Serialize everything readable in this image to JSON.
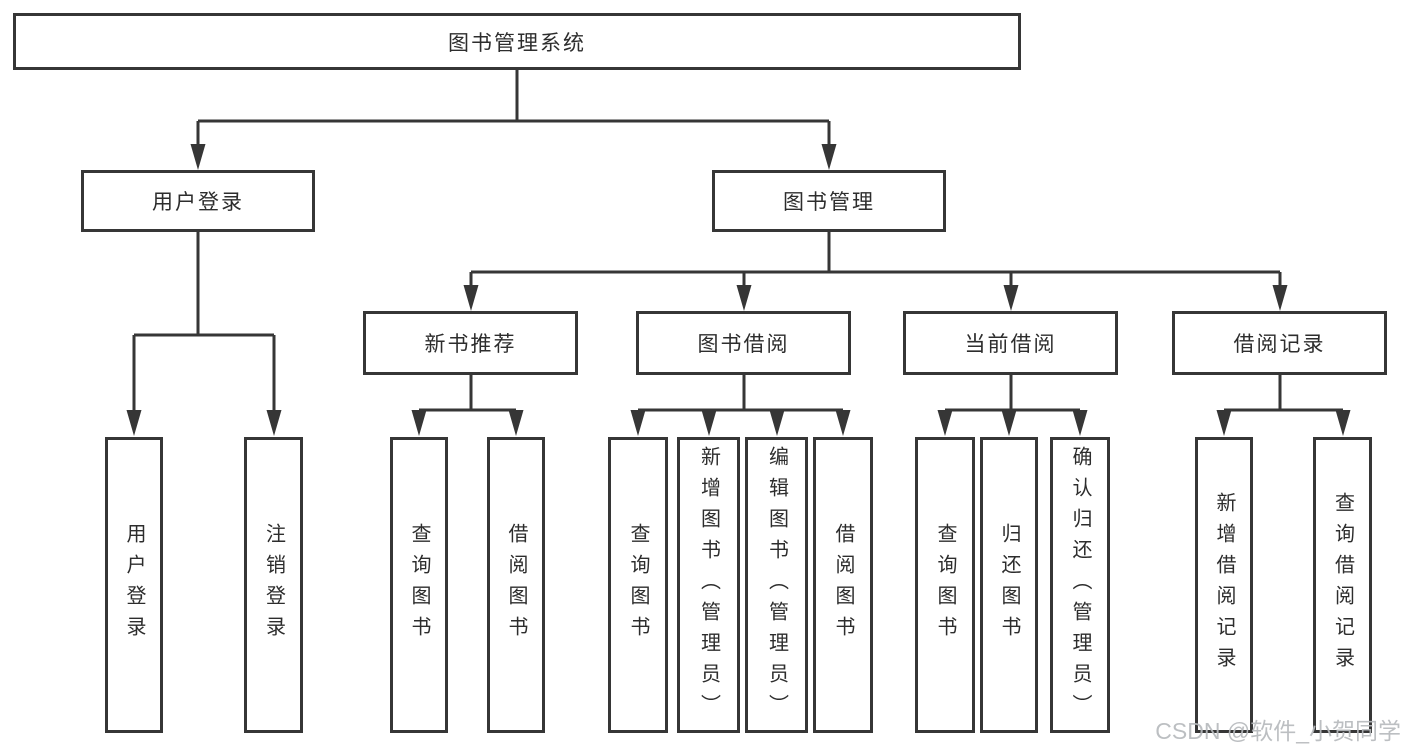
{
  "diagram_type": "function-structure-tree",
  "tree": {
    "root": "图书管理系统",
    "children": [
      {
        "label": "用户登录",
        "children": [
          "用户登录",
          "注销登录"
        ]
      },
      {
        "label": "图书管理",
        "children": [
          {
            "label": "新书推荐",
            "children": [
              "查询图书",
              "借阅图书"
            ]
          },
          {
            "label": "图书借阅",
            "children": [
              "查询图书",
              "新增图书（管理员）",
              "编辑图书（管理员）",
              "借阅图书"
            ]
          },
          {
            "label": "当前借阅",
            "children": [
              "查询图书",
              "归还图书",
              "确认归还（管理员）"
            ]
          },
          {
            "label": "借阅记录",
            "children": [
              "新增借阅记录",
              "查询借阅记录"
            ]
          }
        ]
      }
    ]
  },
  "watermark": "CSDN @软件_小贺同学",
  "colors": {
    "line": "#363636",
    "text": "#2d2d2d",
    "background": "#ffffff",
    "watermark": "#b7babd"
  }
}
